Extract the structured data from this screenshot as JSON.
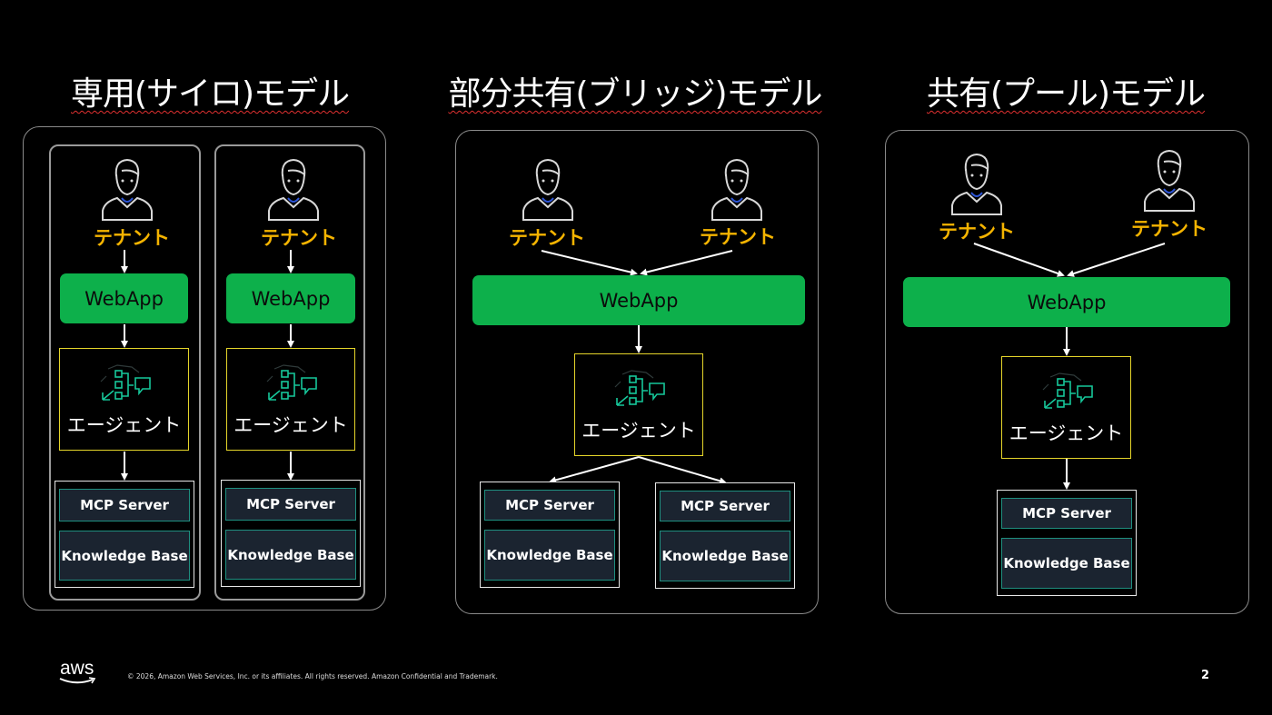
{
  "titles": {
    "silo": "専用(サイロ)モデル",
    "bridge": "部分共有(ブリッジ)モデル",
    "pool": "共有(プール)モデル"
  },
  "labels": {
    "tenant": "テナント",
    "webapp": "WebApp",
    "agent": "エージェント",
    "mcp": "MCP Server",
    "kb": "Knowledge Base"
  },
  "footer": {
    "copyright": "© 2026, Amazon Web Services, Inc. or its affiliates. All rights reserved. Amazon Confidential and Trademark.",
    "page": "2",
    "logo": "aws"
  },
  "colors": {
    "tenant": "#f5b400",
    "webapp": "#0db04b",
    "agent_border": "#e5d52a",
    "box_border": "#1f8f80",
    "box_fill": "#1b2430"
  }
}
